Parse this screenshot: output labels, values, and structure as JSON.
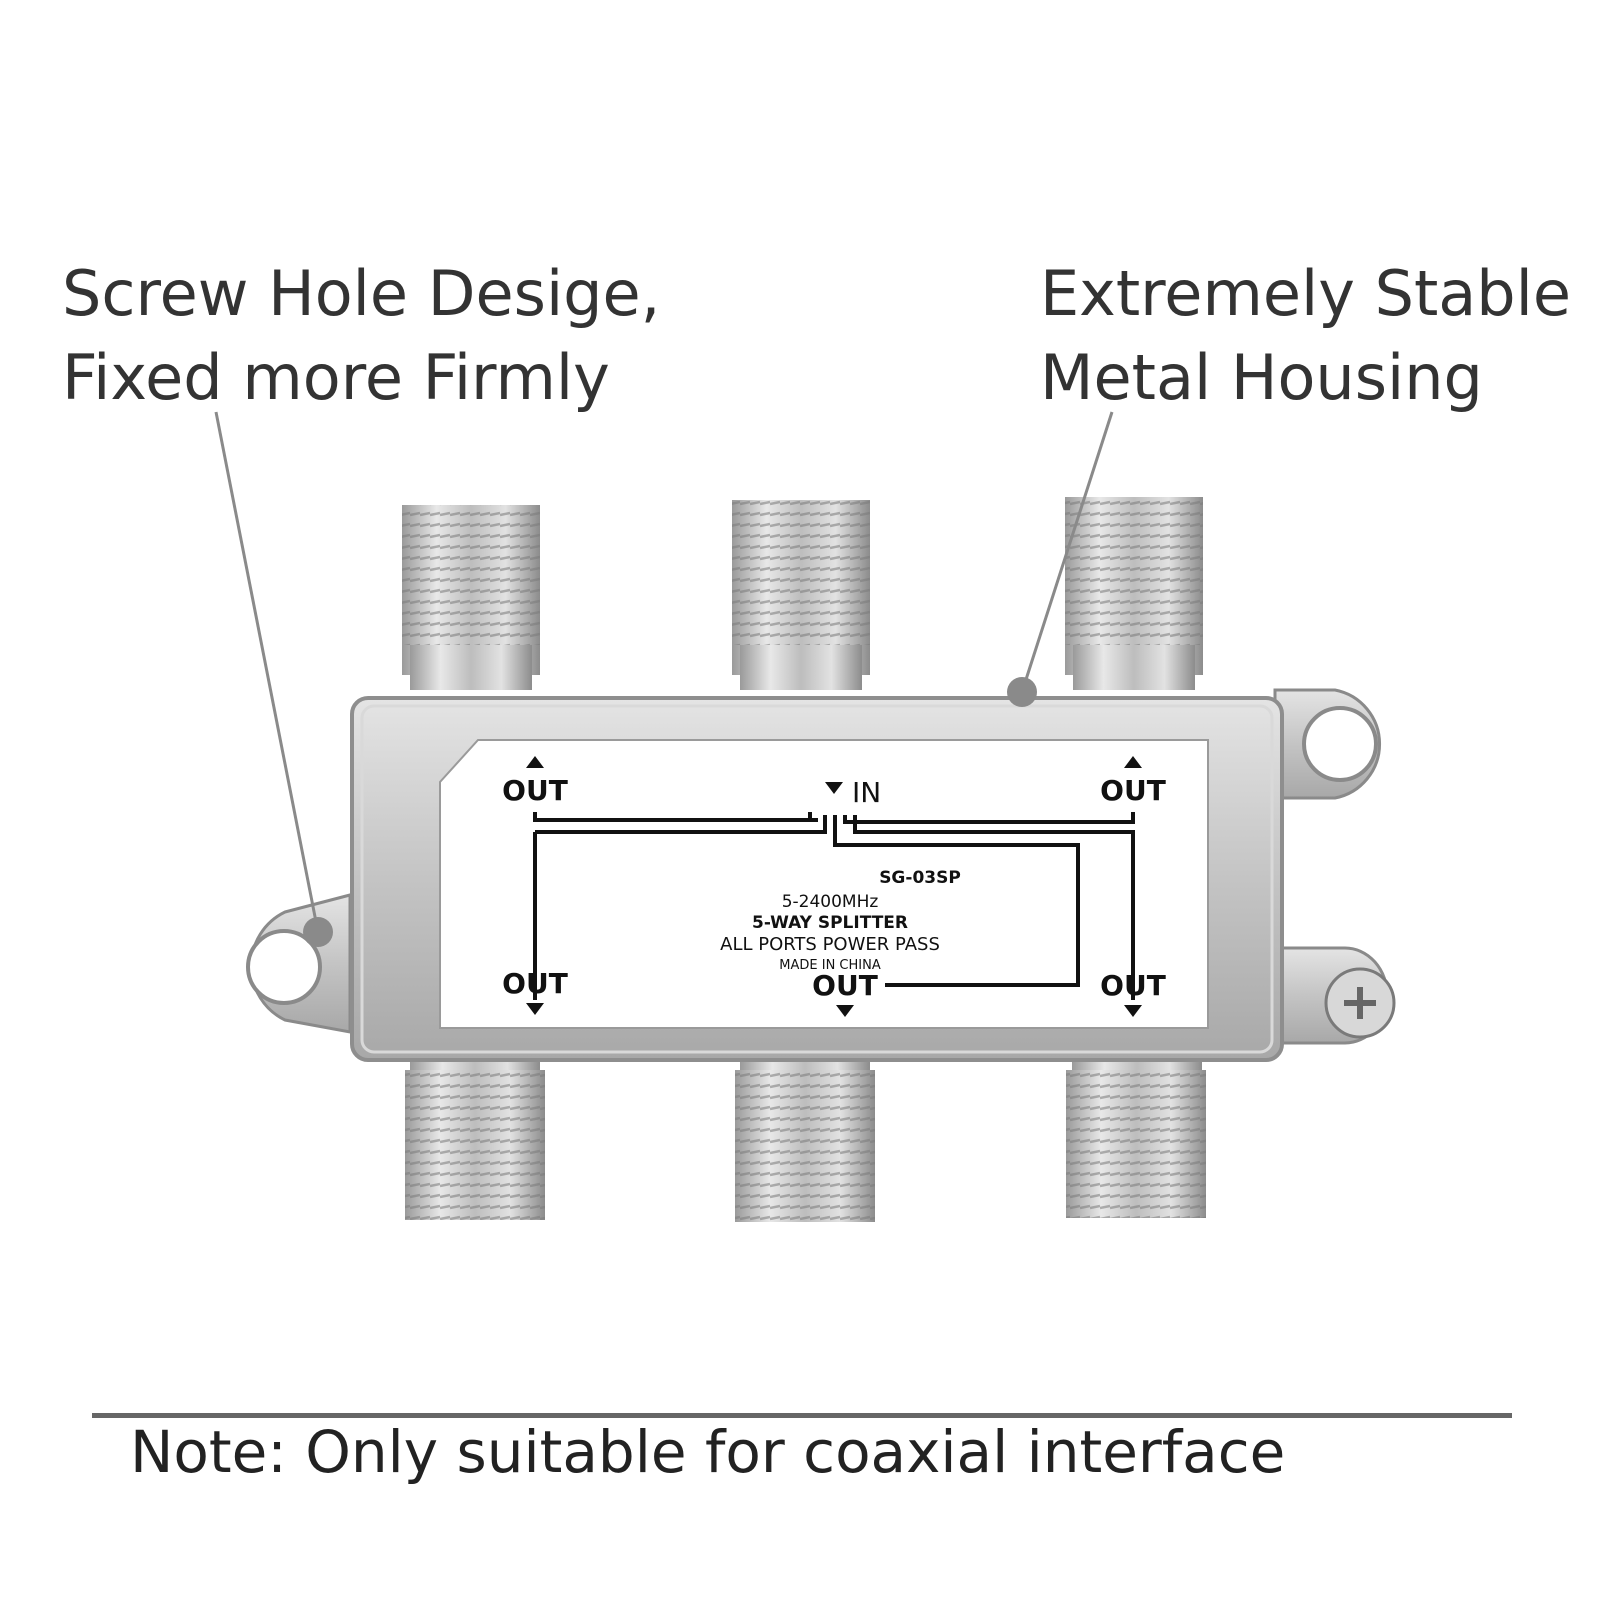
{
  "callouts": {
    "left": {
      "line1": "Screw Hole Desige,",
      "line2": "Fixed more Firmly"
    },
    "right": {
      "line1": "Extremely Stable",
      "line2": "Metal Housing"
    }
  },
  "splitter_label": {
    "in": "IN",
    "out": "OUT",
    "model": "SG-03SP",
    "frequency": "5-2400MHz",
    "product": "5-WAY SPLITTER",
    "ports": "ALL PORTS  POWER PASS",
    "origin": "MADE IN CHINA"
  },
  "note": "Note: Only suitable for coaxial interface",
  "colors": {
    "metal": "#c9c9c9",
    "metal_dark": "#8f8f8f",
    "label_bg": "#ffffff",
    "pointer": "#8a8a8a",
    "divider": "#666666"
  }
}
